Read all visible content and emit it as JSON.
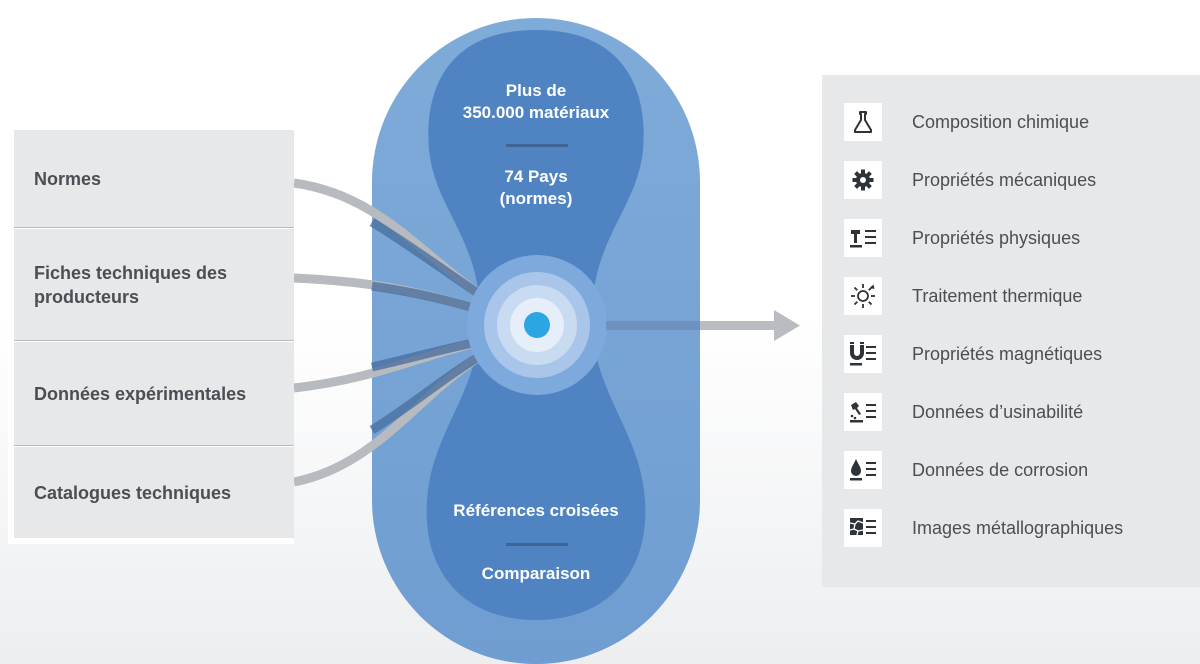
{
  "sources": {
    "items": [
      {
        "label": "Normes"
      },
      {
        "label": "Fiches techniques des\nproducteurs"
      },
      {
        "label": "Données  expérimentales"
      },
      {
        "label": "Catalogues techniques"
      }
    ]
  },
  "center": {
    "materials": "Plus de\n350.000 matériaux",
    "countries": "74 Pays\n(normes)",
    "cross_references": "Références croisées",
    "comparison": "Comparaison"
  },
  "properties": {
    "items": [
      {
        "label": "Composition chimique",
        "icon": "flask-icon"
      },
      {
        "label": "Propriétés mécaniques",
        "icon": "gear-icon"
      },
      {
        "label": "Propriétés physiques",
        "icon": "hammer-icon"
      },
      {
        "label": "Traitement thermique",
        "icon": "sun-heat-icon"
      },
      {
        "label": "Propriétés magnétiques",
        "icon": "magnet-icon"
      },
      {
        "label": "Données d’usinabilité",
        "icon": "machining-icon"
      },
      {
        "label": "Données de corrosion",
        "icon": "droplet-icon"
      },
      {
        "label": "Images métallographiques",
        "icon": "micrograph-icon"
      }
    ]
  },
  "colors": {
    "outer_capsule": "#78a6d6",
    "inner_shape": "#5083c2",
    "hub_core": "#2ba6e3",
    "text_dark": "#4a4f55",
    "panel_bg": "#e7e8e9",
    "connector": "#b9bbbe",
    "icon_dark": "#2e3338"
  }
}
